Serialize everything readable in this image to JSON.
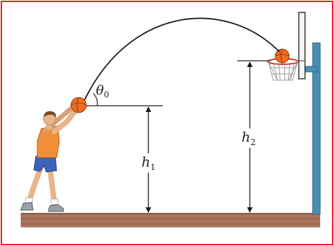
{
  "labels": {
    "theta": "θ",
    "theta_sub": "0",
    "h1_main": "h",
    "h1_sub": "1",
    "h2_main": "h",
    "h2_sub": "2"
  },
  "colors": {
    "frame_border": "#e0201c",
    "floor": "#a9755e",
    "pole": "#4a8fb2",
    "ball": "#ee6d22",
    "jersey": "#f0903a",
    "shorts": "#3b64b8",
    "skin": "#e8b48a",
    "hair": "#7a4a25",
    "line": "#1a1a1a"
  },
  "icons": [
    "basketball-player-icon",
    "basketball-icon",
    "basketball-hoop-icon"
  ]
}
